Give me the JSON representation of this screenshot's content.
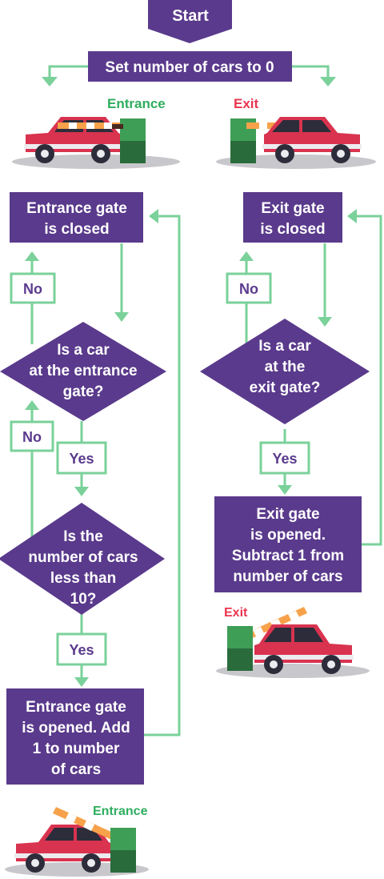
{
  "start": "Start",
  "init": "Set number of cars to 0",
  "entrance_label": "Entrance",
  "exit_label": "Exit",
  "entrance_closed": [
    "Entrance gate",
    "is closed"
  ],
  "exit_closed": [
    "Exit gate",
    "is closed"
  ],
  "car_at_entrance": [
    "Is a car",
    "at the entrance",
    "gate?"
  ],
  "car_at_exit": [
    "Is a car",
    "at the",
    "exit gate?"
  ],
  "cars_less_than": [
    "Is the",
    "number of cars",
    "less than",
    "10?"
  ],
  "entrance_opened": [
    "Entrance gate",
    "is opened. Add",
    "1 to number",
    "of cars"
  ],
  "exit_opened": [
    "Exit gate",
    "is opened.",
    "Subtract 1 from",
    "number of cars"
  ],
  "no": "No",
  "yes": "Yes",
  "colors": {
    "purple": "#5a3a8c",
    "green_line": "#7ad19a",
    "entrance_text": "#2fae5f",
    "exit_text": "#e8364f",
    "car_red": "#d9334f",
    "gate_green": "#3e9e56"
  }
}
